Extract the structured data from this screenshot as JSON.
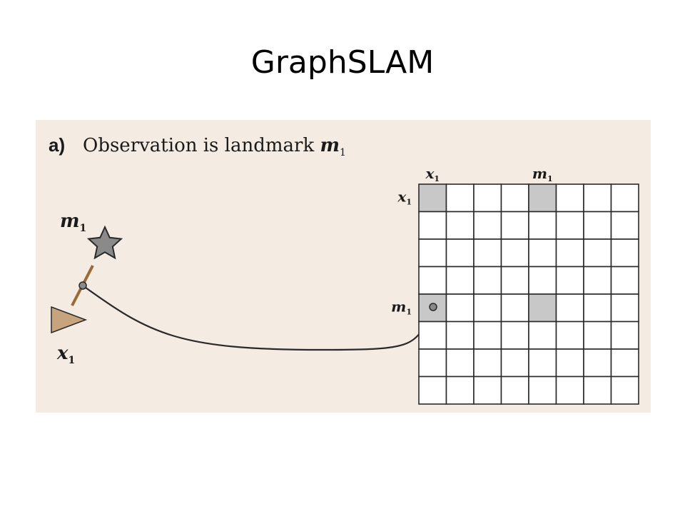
{
  "title": "GraphSLAM",
  "panel": {
    "letter": "a)",
    "caption_text": "Observation is landmark ",
    "caption_var": "m",
    "caption_sub": "1"
  },
  "scene": {
    "robot_label": "x",
    "robot_sub": "1",
    "landmark_label": "m",
    "landmark_sub": "1"
  },
  "matrix": {
    "size": 8,
    "col_headers": [
      {
        "index": 0,
        "var": "x",
        "sub": "1"
      },
      {
        "index": 4,
        "var": "m",
        "sub": "1"
      }
    ],
    "row_headers": [
      {
        "index": 0,
        "var": "x",
        "sub": "1"
      },
      {
        "index": 4,
        "var": "m",
        "sub": "1"
      }
    ],
    "shaded_cells": [
      [
        0,
        0
      ],
      [
        0,
        4
      ],
      [
        4,
        0
      ],
      [
        4,
        4
      ]
    ],
    "highlight_cell": [
      4,
      0
    ]
  },
  "colors": {
    "background": "#f4ebe2",
    "shaded": "#c8c8c8",
    "robot": "#c8a47e",
    "observation": "#9a6a3a",
    "panel_letter": "#1a1a1a"
  }
}
